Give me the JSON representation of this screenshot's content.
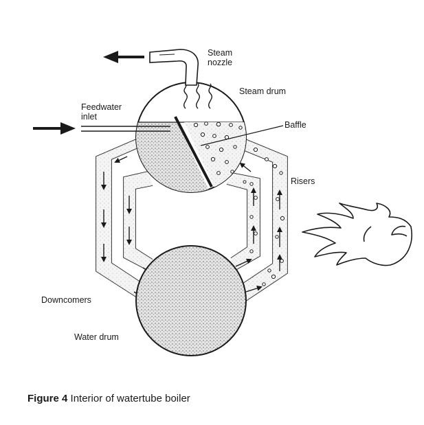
{
  "labels": {
    "steam_nozzle": "Steam nozzle",
    "steam_drum": "Steam drum",
    "feedwater_inlet": "Feedwater inlet",
    "baffle": "Baffle",
    "risers": "Risers",
    "downcomers": "Downcomers",
    "water_drum": "Water drum"
  },
  "caption": {
    "figure_number": "Figure 4",
    "text": "Interior of watertube boiler"
  },
  "colors": {
    "ink": "#1a1a1a",
    "background": "#ffffff",
    "stipple": "#8a8a8a"
  }
}
